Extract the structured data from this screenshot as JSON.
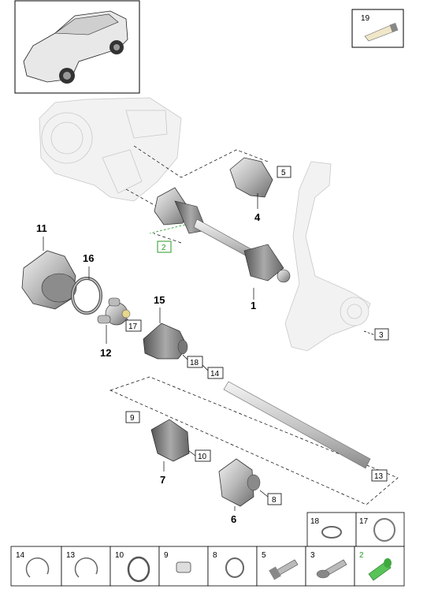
{
  "bold_labels": [
    "1",
    "4",
    "7",
    "6",
    "11",
    "16",
    "12",
    "15"
  ],
  "boxed_labels": [
    "2",
    "3",
    "5",
    "8",
    "9",
    "10",
    "13",
    "14",
    "17",
    "18"
  ],
  "thumb_top": [
    "19"
  ],
  "thumb_row_mid": [
    "18",
    "17"
  ],
  "thumb_row_bottom": [
    "14",
    "13",
    "10",
    "9",
    "8",
    "5",
    "3",
    "2"
  ],
  "colors": {
    "highlight": "#2a9a2a",
    "line": "#000000",
    "part_gray": "#c8c8c8"
  }
}
